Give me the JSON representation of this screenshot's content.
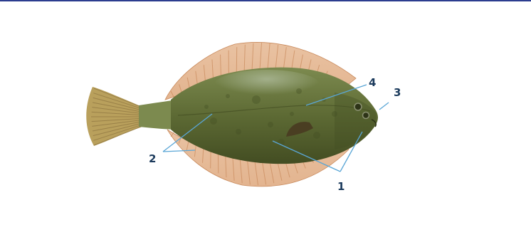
{
  "colors": {
    "top_bar": "#2b3d8f",
    "label": "#1b3a5c",
    "leader": "#5aa6d6",
    "body_light": "#7c8a4f",
    "body_mid": "#5d6a34",
    "body_dark": "#434d22",
    "fin_base": "#e3b48f",
    "fin_ray": "#c98a5c",
    "tail": "#b9a05c"
  },
  "subject": {
    "icon": "flatfish-photo"
  },
  "callouts": [
    {
      "id": "1",
      "label": "1"
    },
    {
      "id": "2",
      "label": "2"
    },
    {
      "id": "3",
      "label": "3"
    },
    {
      "id": "4",
      "label": "4"
    }
  ]
}
